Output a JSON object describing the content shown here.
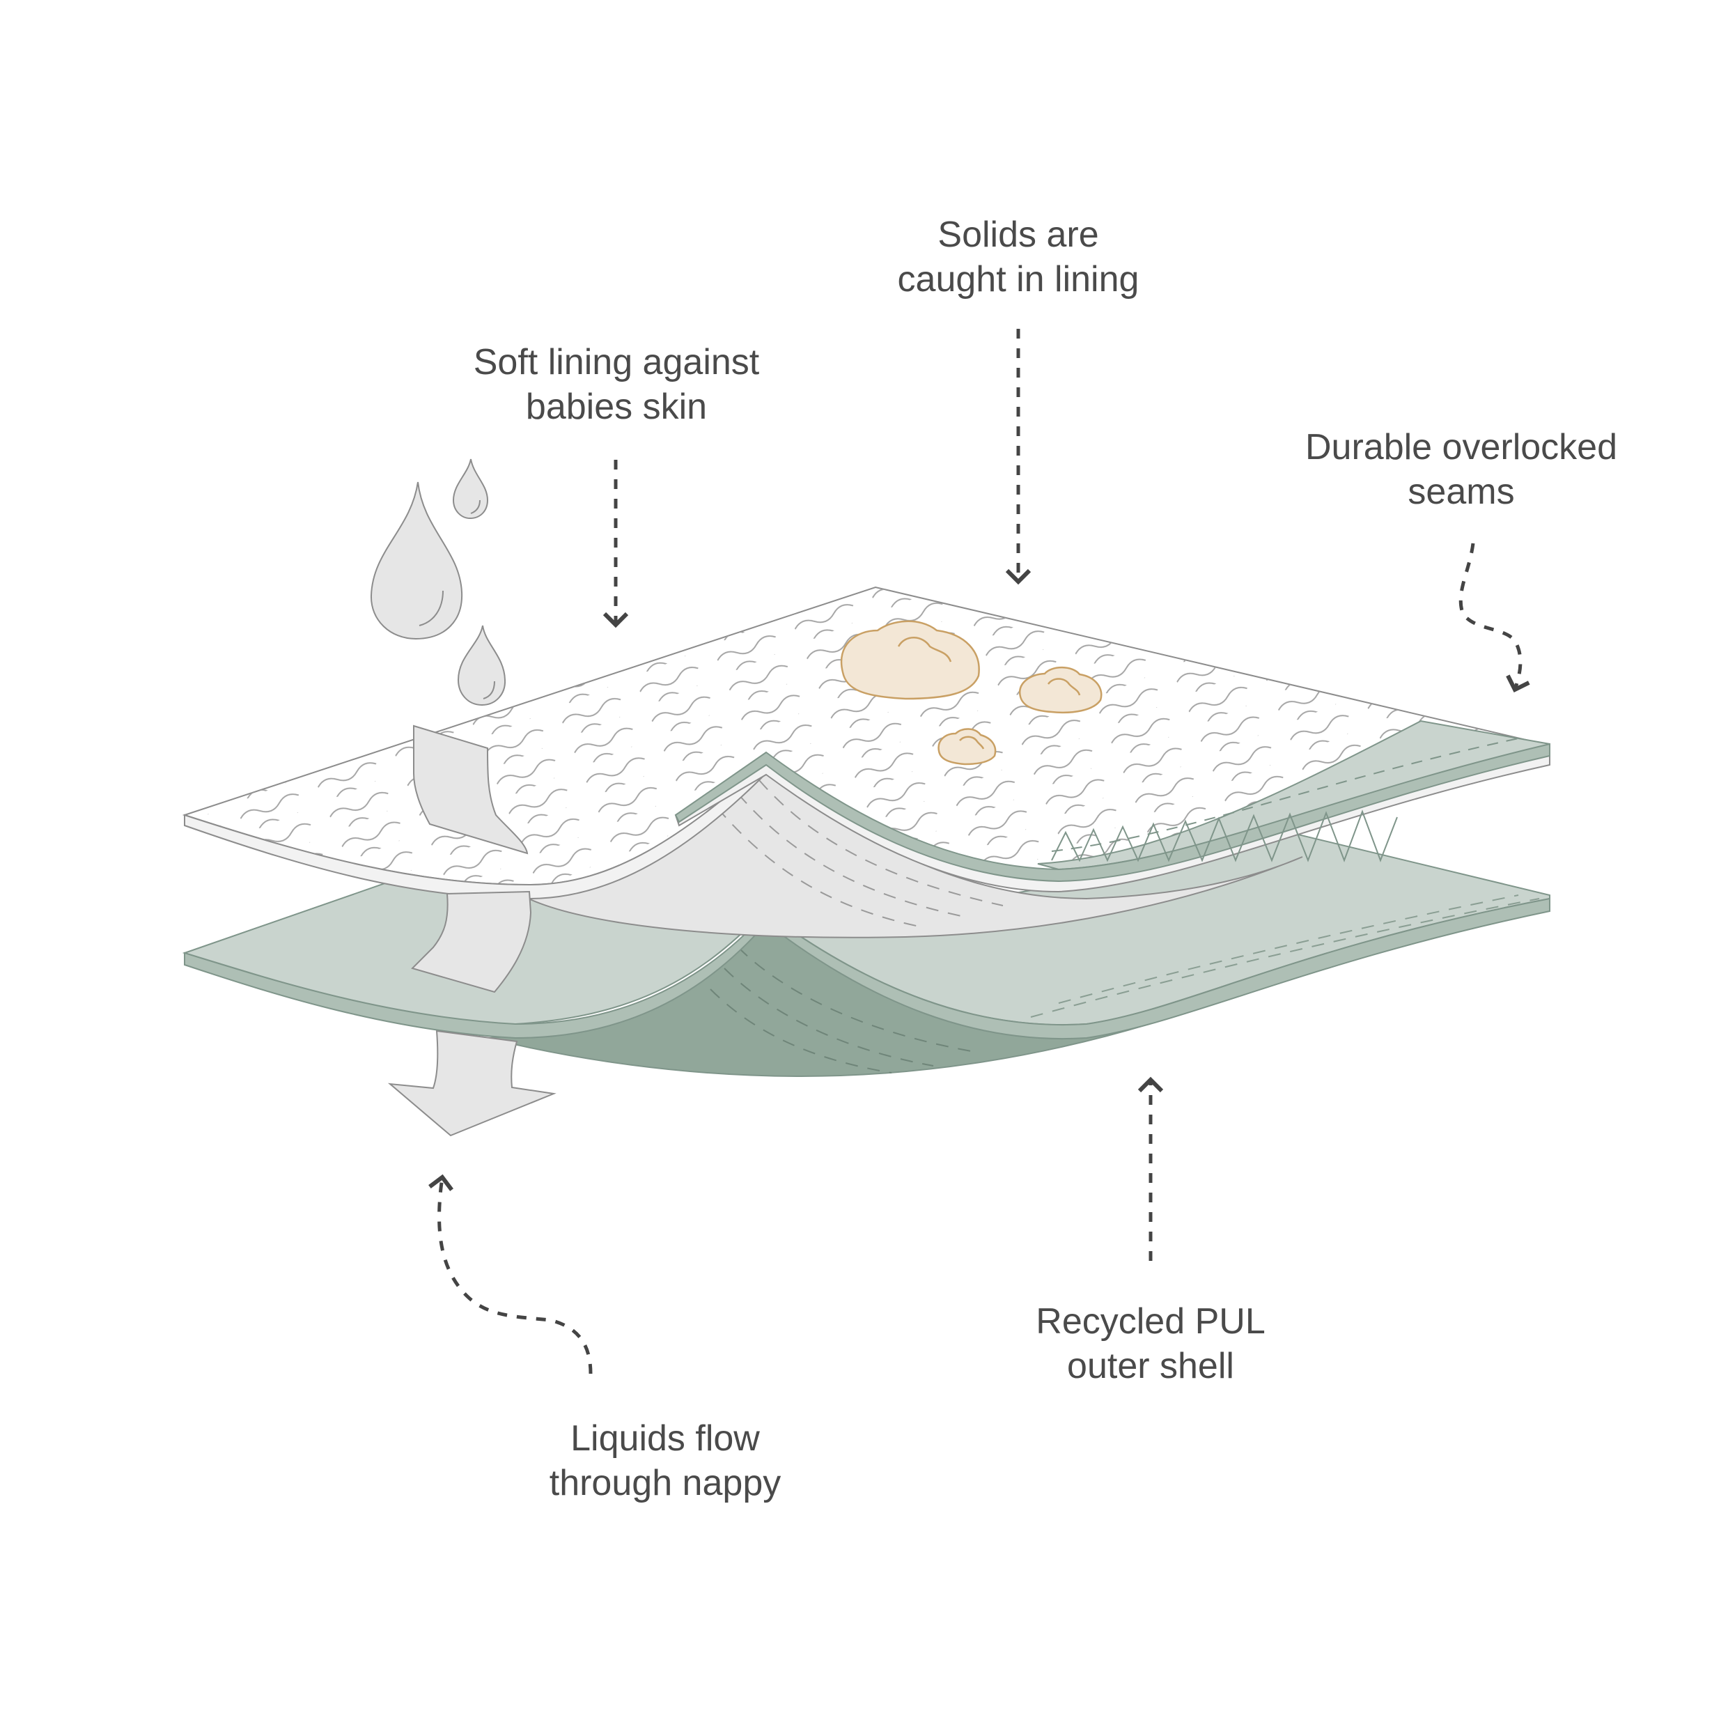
{
  "diagram": {
    "subject": "Cloth nappy layer cross-section",
    "colors": {
      "background": "#ffffff",
      "text": "#4a4a4a",
      "leader_line": "#444444",
      "lining_top": "#ffffff",
      "lining_edge": "#f2f2f2",
      "lining_under": "#e6e6e6",
      "shell_top": "#c9d4ce",
      "shell_edge": "#aebfb5",
      "shell_under": "#91a79a",
      "outline": "#8c8c8c",
      "solids_fill": "#f3e7d6",
      "solids_stroke": "#c9a064",
      "droplet_fill": "#e6e6e6"
    },
    "labels": {
      "solids": {
        "line1": "Solids are",
        "line2": "caught in lining"
      },
      "lining": {
        "line1": "Soft lining against",
        "line2": "babies skin"
      },
      "seams": {
        "line1": "Durable overlocked",
        "line2": "seams"
      },
      "shell": {
        "line1": "Recycled PUL",
        "line2": "outer shell"
      },
      "liquids": {
        "line1": "Liquids flow",
        "line2": "through nappy"
      }
    },
    "elements": {
      "droplets": [
        "large-droplet",
        "small-droplet-top",
        "small-droplet-bottom"
      ],
      "solids": [
        "large-solid",
        "medium-solid",
        "small-solid"
      ],
      "layers": [
        "soft-lining",
        "overlocked-seam",
        "pul-outer-shell"
      ],
      "flow": [
        "liquid-flow-ribbon",
        "liquid-flow-arrow"
      ]
    }
  }
}
